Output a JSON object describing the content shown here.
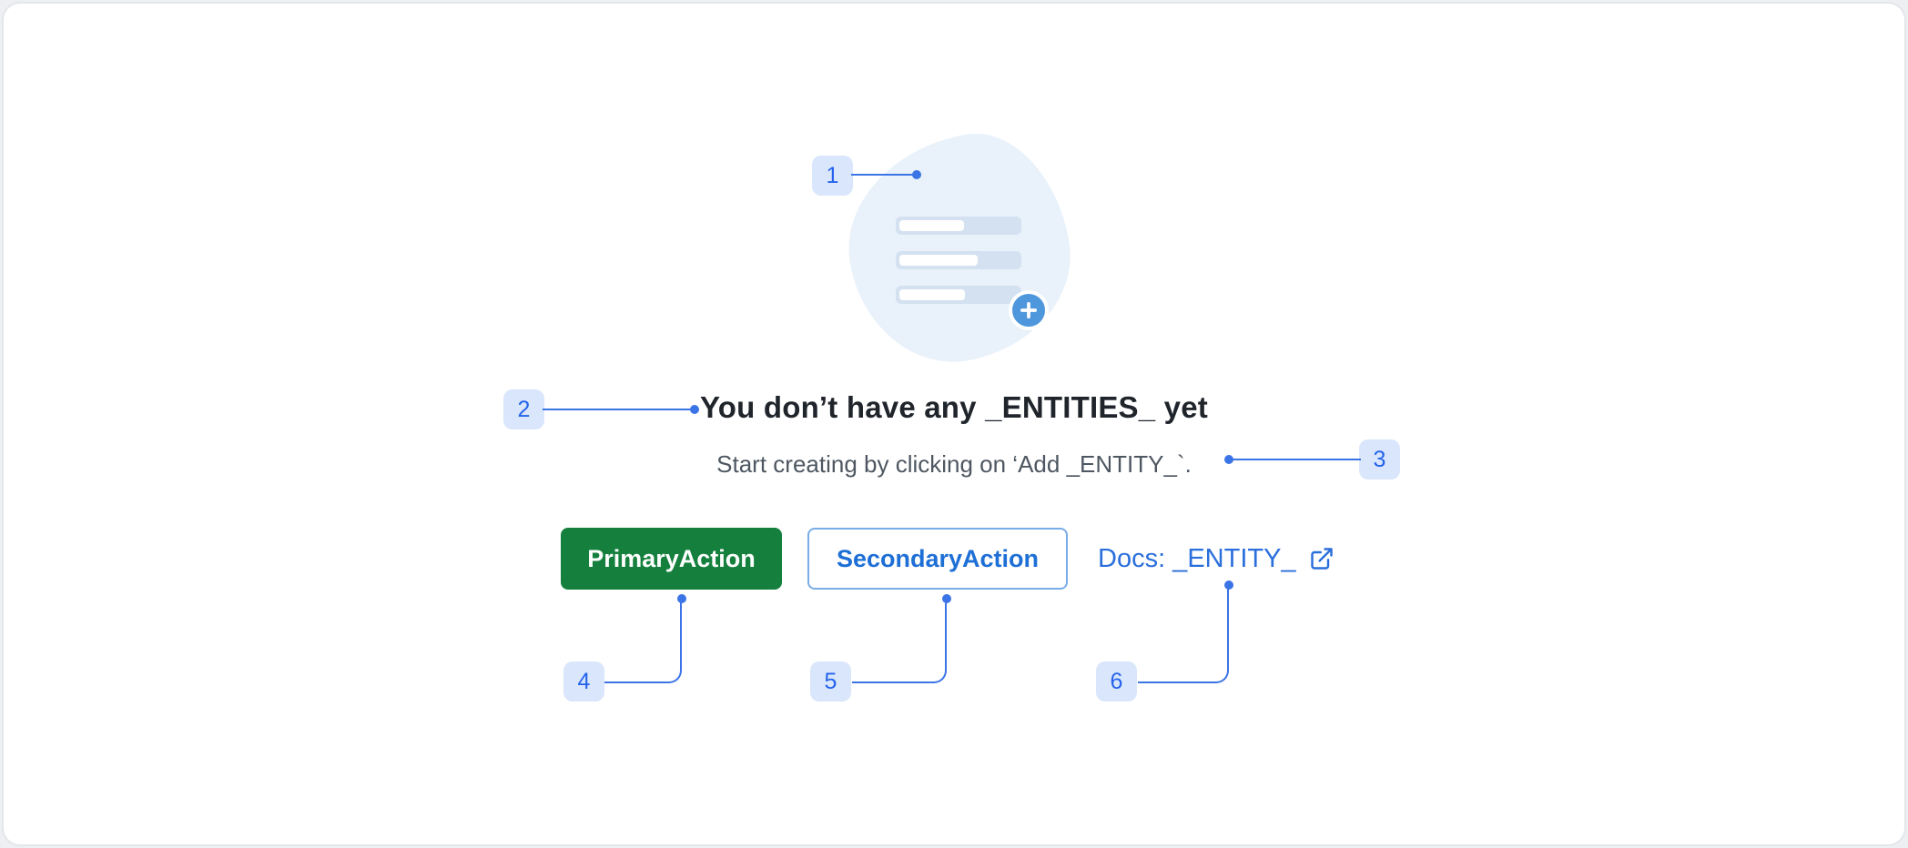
{
  "colors": {
    "page_bg": "#edeff2",
    "card_bg": "#ffffff",
    "card_border": "#e3e6ea",
    "accent": "#3b74e6",
    "badge_bg": "#d9e6fb",
    "badge_text": "#2563eb",
    "primary_green": "#15803d",
    "secondary_blue": "#1e6fd6",
    "secondary_border": "#79ade7",
    "link_blue": "#2a6fdb",
    "title": "#20252c",
    "subtitle": "#4e5761",
    "blob": "#e9f1fa",
    "bar": "#d3e1f0",
    "plus_circle": "#4e97dd"
  },
  "empty_state": {
    "title": "You don’t have any _ENTITIES_ yet",
    "subtitle": "Start creating by clicking on ‘Add _ENTITY_`.",
    "actions": {
      "primary_label": "PrimaryAction",
      "secondary_label": "SecondaryAction",
      "docs_label": "Docs: _ENTITY_"
    }
  },
  "annotations": [
    {
      "label": "1"
    },
    {
      "label": "2"
    },
    {
      "label": "3"
    },
    {
      "label": "4"
    },
    {
      "label": "5"
    },
    {
      "label": "6"
    }
  ],
  "icons": {
    "plus_icon": "+",
    "external_link_icon": "↗"
  }
}
